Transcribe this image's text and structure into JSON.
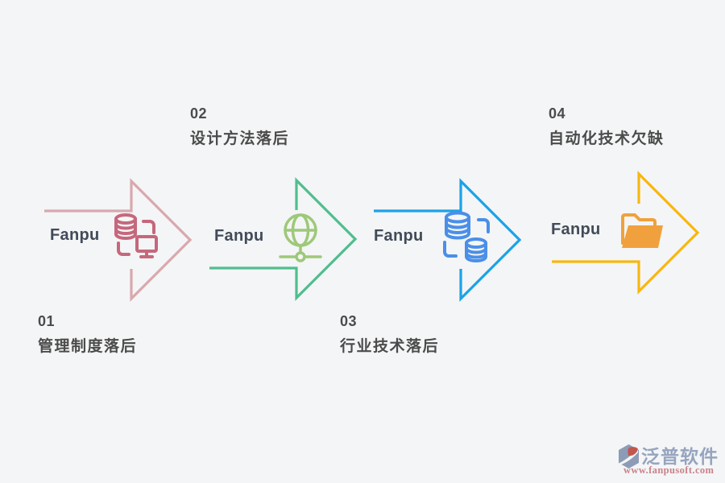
{
  "background_color": "#f4f5f6",
  "steps": [
    {
      "number": "01",
      "label": "管理制度落后",
      "brand": "Fanpu",
      "arrow_color": "#d9a8ae",
      "icon_color": "#c5687d",
      "icon": "database-monitor-sync-icon",
      "caption_position": "bottom"
    },
    {
      "number": "02",
      "label": "设计方法落后",
      "brand": "Fanpu",
      "arrow_color": "#4fbe8e",
      "icon_color": "#9ec87a",
      "icon": "globe-network-icon",
      "caption_position": "top"
    },
    {
      "number": "03",
      "label": "行业技术落后",
      "brand": "Fanpu",
      "arrow_color": "#1ba2e8",
      "icon_color": "#4a8fe8",
      "icon": "database-sync-icon",
      "caption_position": "bottom"
    },
    {
      "number": "04",
      "label": "自动化技术欠缺",
      "brand": "Fanpu",
      "arrow_color": "#f7b711",
      "icon_color": "#f0a13d",
      "icon": "open-folder-icon",
      "caption_position": "top"
    }
  ],
  "text_color": "#4b4b4b",
  "brand_text_color": "#414b59",
  "footer": {
    "logo_text": "泛普软件",
    "website": "www.fanpusoft.com",
    "logo_text_color": "#96a5bf",
    "website_color": "#c9828a",
    "logo_mark_color": "#8d9cb6",
    "logo_accent_color": "#c2574e"
  }
}
